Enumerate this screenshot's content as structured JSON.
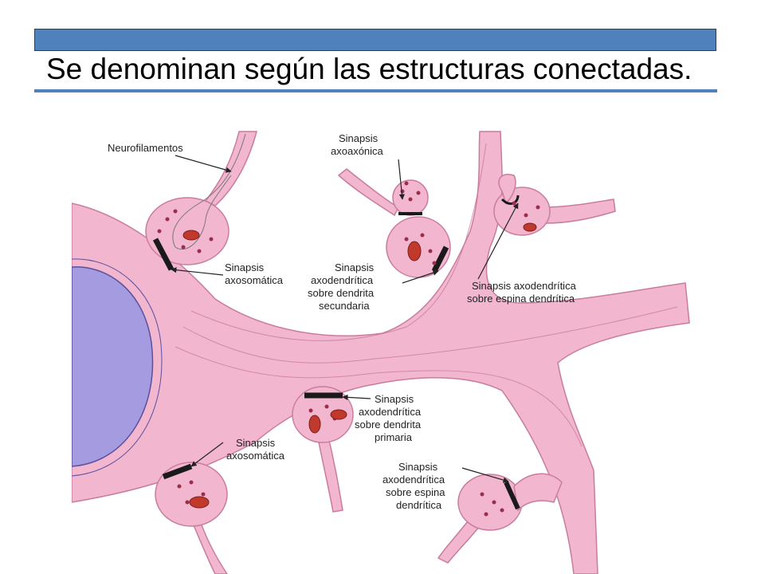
{
  "slide": {
    "title": "Se denominan según las estructuras conectadas."
  },
  "colors": {
    "accent": "#4f81bd",
    "neuron": "#f2b6cf",
    "nucleus": "#a59be0",
    "vesicle": "#9b2d4a",
    "synapse": "#1a1a1a"
  },
  "labels": {
    "neurofilamentos": "Neurofilamentos",
    "axosomatica_top": [
      "Sinapsis",
      "axosomática"
    ],
    "axoaxonica": [
      "Sinapsis",
      "axoaxónica"
    ],
    "axodendritica_secundaria": [
      "Sinapsis",
      "axodendrítica",
      "sobre dendrita",
      "secundaria"
    ],
    "axodendritica_espina_top": [
      "Sinapsis axodendrítica",
      "sobre espina dendrítica"
    ],
    "axodendritica_primaria": [
      "Sinapsis",
      "axodendrítica",
      "sobre dendrita",
      "primaria"
    ],
    "axosomatica_bottom": [
      "Sinapsis",
      "axosomática"
    ],
    "axodendritica_espina_bottom": [
      "Sinapsis",
      "axodendrítica",
      "sobre espina",
      "dendrítica"
    ]
  }
}
